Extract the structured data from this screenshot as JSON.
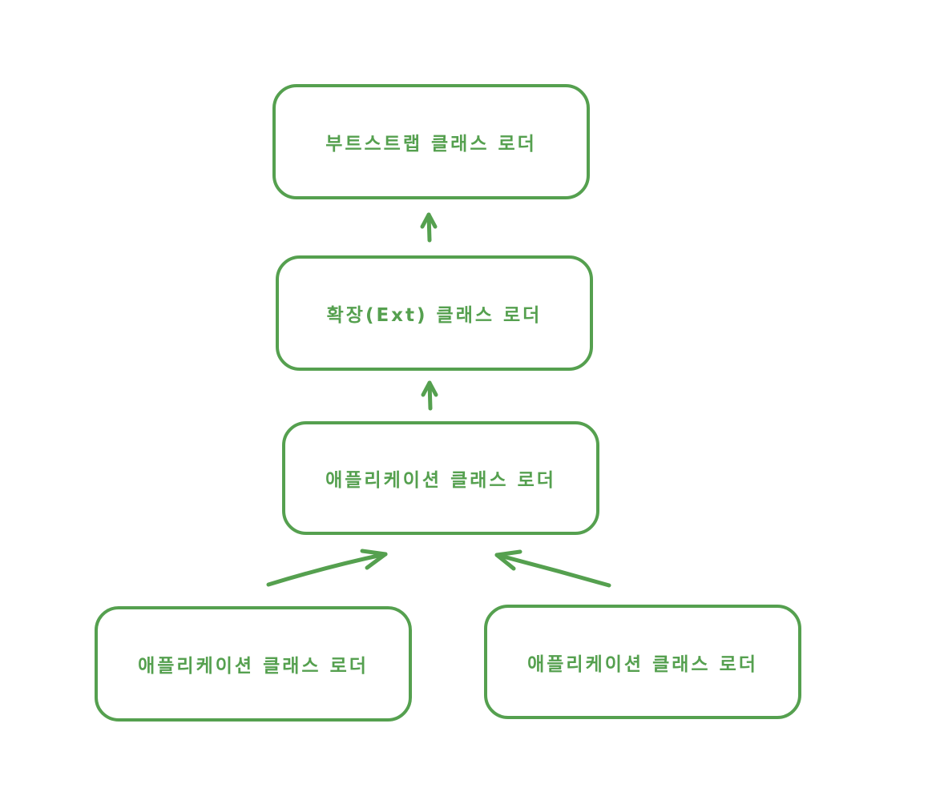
{
  "diagram": {
    "stroke_color": "#55a04f",
    "nodes": {
      "bootstrap": {
        "label": "부트스트랩 클래스 로더"
      },
      "ext": {
        "label": "확장(Ext) 클래스 로더"
      },
      "app": {
        "label": "애플리케이션 클래스 로더"
      },
      "user_left": {
        "label": "애플리케이션 클래스 로더"
      },
      "user_right": {
        "label": "애플리케이션 클래스 로더"
      }
    },
    "edges": [
      {
        "from": "ext",
        "to": "bootstrap"
      },
      {
        "from": "app",
        "to": "ext"
      },
      {
        "from": "user_left",
        "to": "app"
      },
      {
        "from": "user_right",
        "to": "app"
      }
    ]
  }
}
